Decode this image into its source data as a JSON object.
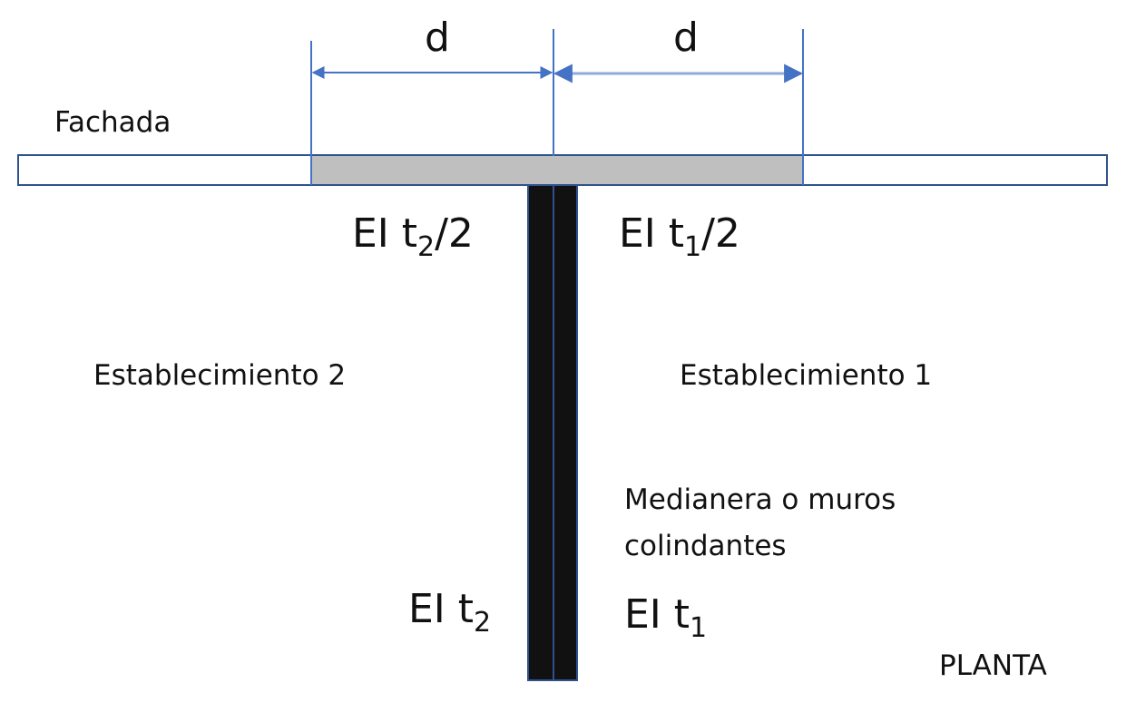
{
  "labels": {
    "facade": "Fachada",
    "dimension_left": "d",
    "dimension_right": "d",
    "establishment_2": "Establecimiento 2",
    "establishment_1": "Establecimiento 1",
    "party_wall_line1": "Medianera o muros",
    "party_wall_line2": "colindantes",
    "view": "PLANTA"
  },
  "ei_t2_half": {
    "main": "EI t",
    "sub": "2",
    "suffix": "/2"
  },
  "ei_t1_half": {
    "main": "EI t",
    "sub": "1",
    "suffix": "/2"
  },
  "ei_t2": {
    "main": "EI t",
    "sub": "2"
  },
  "ei_t1": {
    "main": "EI t",
    "sub": "1"
  },
  "colors": {
    "dimension": "#4472c4",
    "outline": "#2f528f",
    "facade_strip": "#bfbfbf",
    "wall": "#111111"
  }
}
